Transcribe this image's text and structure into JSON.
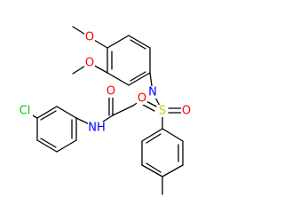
{
  "molecule": {
    "colors": {
      "bond": "#000000",
      "carbon": "#000000",
      "oxygen": "#ff0000",
      "nitrogen": "#0000ff",
      "sulfur": "#cccc00",
      "chlorine": "#00cc00"
    },
    "labels": {
      "o_methoxy_top": "O",
      "o_methoxy_bottom": "O",
      "n_sulfonamide": "N",
      "s_sulfonyl": "S",
      "o_sulfonyl_left": "O",
      "o_sulfonyl_right": "O",
      "o_carbonyl": "O",
      "nh_amide": "NH",
      "cl": "Cl"
    }
  }
}
